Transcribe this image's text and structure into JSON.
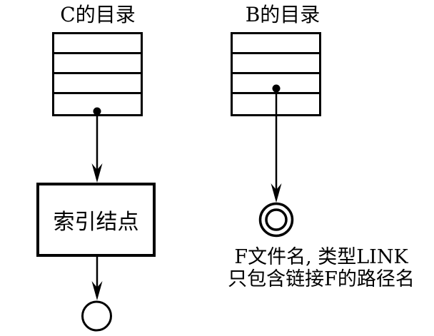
{
  "diagram": {
    "colors": {
      "ink": "#000000",
      "background": "#ffffff"
    },
    "left": {
      "title": "C的目录",
      "rows": 4,
      "inode_box_label": "索引结点",
      "pointer_icon": "dot-pointer-icon",
      "file_node_icon": "circle-node-icon"
    },
    "right": {
      "title": "B的目录",
      "rows": 4,
      "pointer_icon": "dot-pointer-icon",
      "link_node_icon": "double-circle-node-icon",
      "caption_line1": "F文件名, 类型LINK",
      "caption_line2": "只包含链接F的路径名"
    }
  }
}
